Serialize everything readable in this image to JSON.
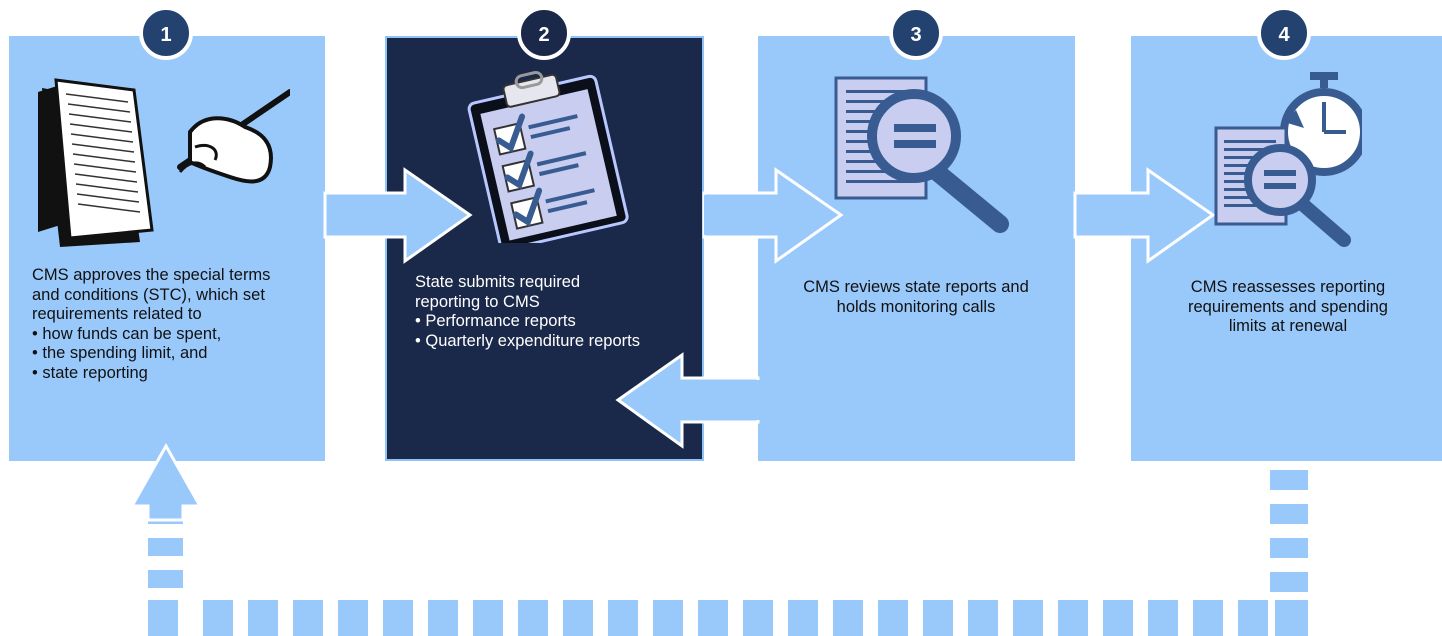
{
  "steps": [
    {
      "number": "1",
      "lines": [
        "CMS approves the special terms",
        "and conditions (STC), which set",
        "requirements related to"
      ],
      "bullets": [
        "how funds can be spent,",
        "the spending limit, and",
        "state reporting"
      ]
    },
    {
      "number": "2",
      "lines": [
        "State submits required",
        "reporting to CMS"
      ],
      "bullets": [
        "Performance reports",
        "Quarterly expenditure reports"
      ]
    },
    {
      "number": "3",
      "lines": [
        "CMS reviews state reports and",
        "holds monitoring calls"
      ],
      "bullets": []
    },
    {
      "number": "4",
      "lines": [
        "CMS reassesses reporting",
        "requirements and spending",
        "limits at renewal"
      ],
      "bullets": []
    }
  ],
  "colors": {
    "panel_light": "#99c9fb",
    "panel_dark": "#1a2849",
    "badge": "#24426f",
    "icon_dark": "#385c92",
    "arrow": "#99c9fb"
  },
  "icons": [
    "book-signing-icon",
    "checklist-clipboard-icon",
    "document-magnifier-icon",
    "stopwatch-document-icon"
  ]
}
